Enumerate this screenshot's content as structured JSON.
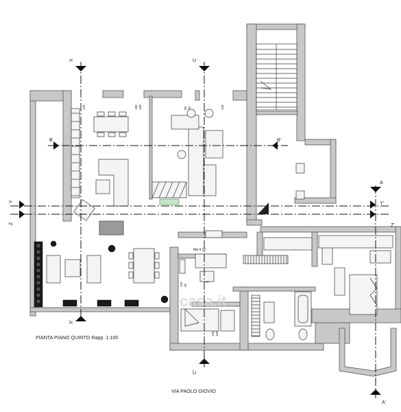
{
  "title": "PIANTA PIANO QUINTO  Rapp. 1:100",
  "street": "VIA PAOLO GIOVIO",
  "area_label": "Mq 4.10",
  "watermark": "casa.it",
  "section_labels": {
    "x_top": "X",
    "x_bottom": "X'",
    "c_top": "C",
    "c_bottom": "C'",
    "b_left": "B",
    "b_right": "B'",
    "y_left": "Y",
    "y_right": "Y'",
    "a_top": "A",
    "a_bottom": "A'",
    "z_left": "Z",
    "z_right": "Z'"
  },
  "dimension_labels": [
    "120",
    "180",
    "100",
    "240",
    "80",
    "70",
    "125",
    "55",
    "126",
    "160"
  ]
}
